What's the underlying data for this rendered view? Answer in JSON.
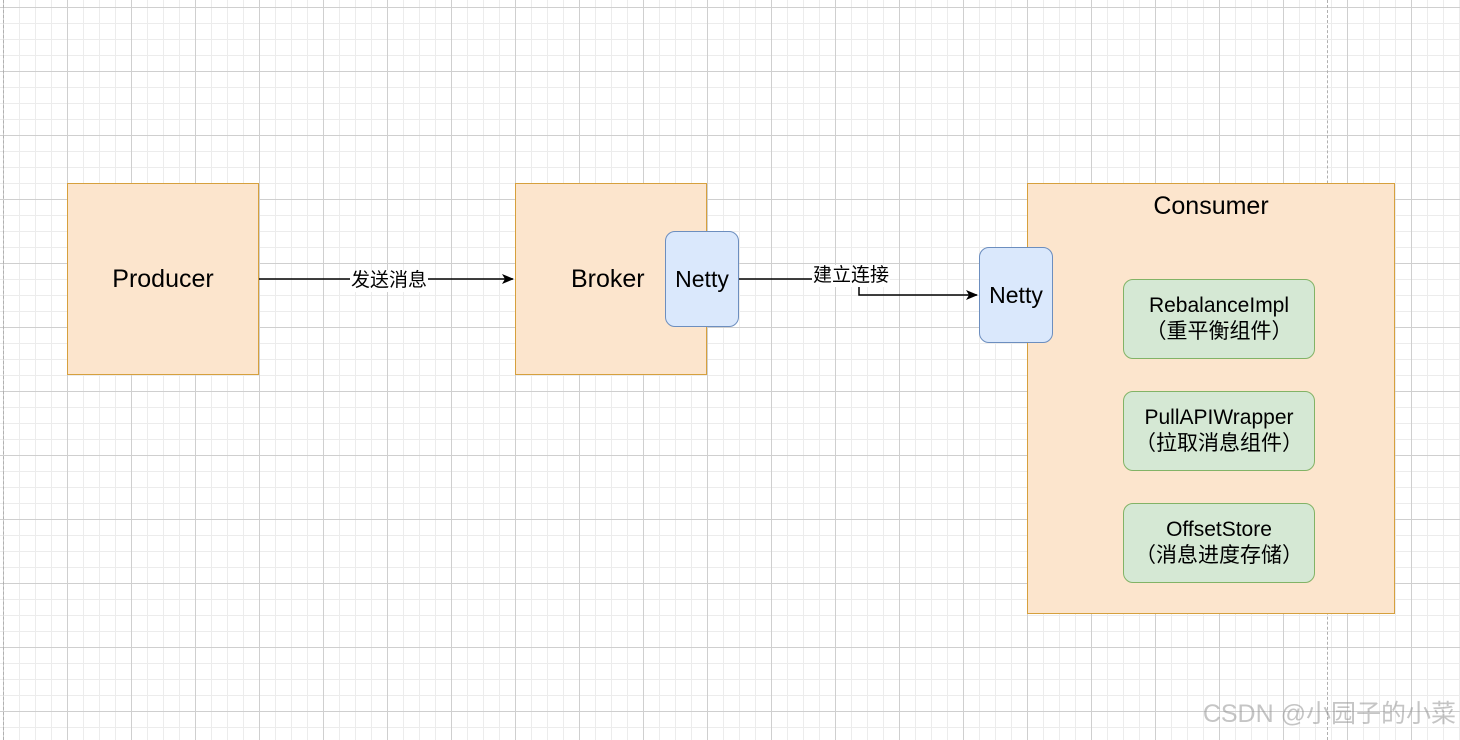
{
  "nodes": {
    "producer": "Producer",
    "broker": "Broker",
    "broker_netty": "Netty",
    "consumer": "Consumer",
    "consumer_netty": "Netty",
    "rebalance": {
      "name": "RebalanceImpl",
      "desc": "（重平衡组件）"
    },
    "pullapi": {
      "name": "PullAPIWrapper",
      "desc": "（拉取消息组件）"
    },
    "offset": {
      "name": "OffsetStore",
      "desc": "（消息进度存储）"
    }
  },
  "edges": {
    "producer_to_broker": "发送消息",
    "broker_to_consumer": "建立连接"
  },
  "watermark": "CSDN @小园子的小菜",
  "colors": {
    "container_fill": "#fce5cd",
    "container_stroke": "#d6a03d",
    "netty_fill": "#dae8fc",
    "netty_stroke": "#6c8ebf",
    "component_fill": "#d5e8d4",
    "component_stroke": "#82b366"
  }
}
